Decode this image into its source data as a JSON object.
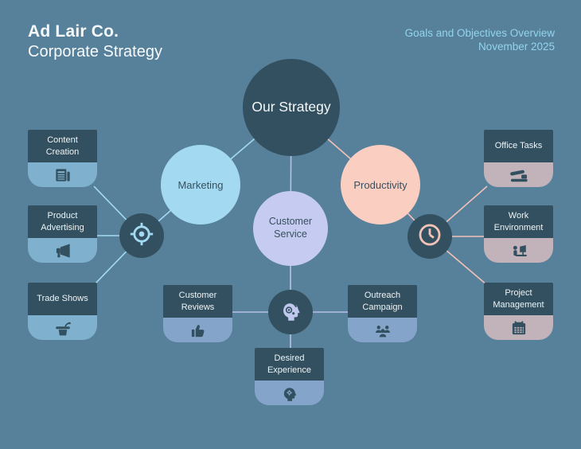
{
  "header": {
    "company": "Ad Lair Co.",
    "title": "Corporate Strategy",
    "overview": "Goals and Objectives Overview",
    "date": "November 2025"
  },
  "diagram": {
    "center": {
      "label": "Our Strategy"
    },
    "branches": {
      "marketing": {
        "label": "Marketing",
        "accent": "#a3daf2",
        "hub_icon": "target-icon"
      },
      "customer_service": {
        "label": "Customer Service",
        "accent": "#c6ccf1",
        "hub_icon": "support-head-icon"
      },
      "productivity": {
        "label": "Productivity",
        "accent": "#fbcec2",
        "hub_icon": "clock-icon"
      }
    },
    "cards": {
      "marketing": [
        {
          "label": "Content Creation",
          "icon": "newspaper-icon"
        },
        {
          "label": "Product Advertising",
          "icon": "megaphone-icon"
        },
        {
          "label": "Trade Shows",
          "icon": "podium-icon"
        }
      ],
      "productivity": [
        {
          "label": "Office Tasks",
          "icon": "stapler-icon"
        },
        {
          "label": "Work Environment",
          "icon": "workstation-icon"
        },
        {
          "label": "Project Management",
          "icon": "calendar-icon"
        }
      ],
      "customer_service": [
        {
          "label": "Customer Reviews",
          "icon": "thumbs-up-icon"
        },
        {
          "label": "Outreach Campaign",
          "icon": "people-group-icon"
        },
        {
          "label": "Desired Experience",
          "icon": "head-gear-icon"
        }
      ]
    }
  },
  "colors": {
    "background": "#57809a",
    "dark_slate": "#32505f",
    "marketing_accent": "#a3daf2",
    "customer_service_accent": "#c6ccf1",
    "productivity_accent": "#fbcec2",
    "marketing_card_body": "#7fb0cd",
    "customer_service_card_body": "#84a5c9",
    "productivity_card_body": "#c2b3bb",
    "heading_text": "#ffffff",
    "subtitle_text": "#93d4ee"
  }
}
